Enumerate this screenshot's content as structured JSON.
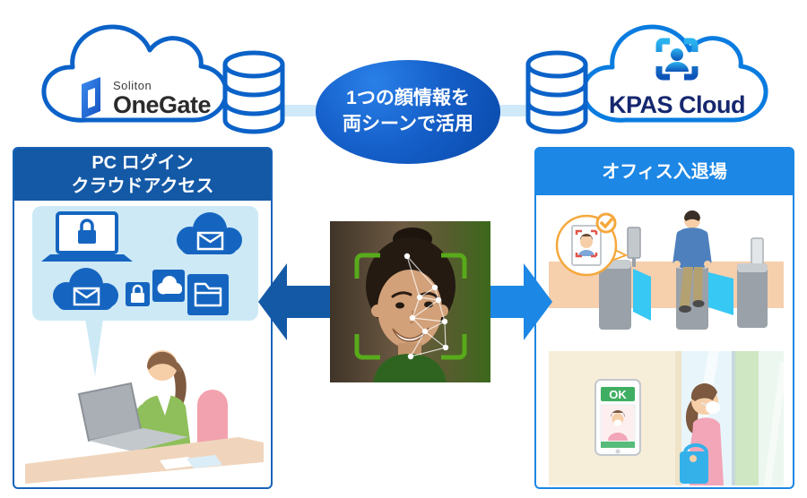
{
  "left_cloud": {
    "brand_top": "Soliton",
    "brand_bottom": "OneGate"
  },
  "right_cloud": {
    "label": "KPAS Cloud"
  },
  "center_bubble": {
    "line1": "1つの顔情報を",
    "line2": "両シーンで活用"
  },
  "left_panel": {
    "title_line1": "PC ログイン",
    "title_line2": "クラウドアクセス"
  },
  "right_panel": {
    "title": "オフィス入退場",
    "tablet_status": "OK"
  },
  "icons": {
    "left_cloud": "cloud-outline-icon",
    "right_cloud": "cloud-outline-icon",
    "databases": "database-icon",
    "kpas": "face-scan-icon",
    "onegate": "onegate-prism-icon",
    "bubble": [
      "laptop-lock-icon",
      "mail-cloud-icon",
      "mail-cloud-icon",
      "lock-tile-icon",
      "cloud-tile-icon",
      "folder-tile-icon"
    ],
    "gate_badge": "id-check-badge-icon",
    "arrows": [
      "arrow-left-icon",
      "arrow-right-icon"
    ]
  },
  "colors": {
    "left_accent": "#1459a6",
    "right_accent": "#1c87e5",
    "cloud_outline": "#0b62c8",
    "connector": "#cfe9f8",
    "ellipse_light": "#2a80e8",
    "ellipse_dark": "#0c4fb2",
    "kpas_navy": "#16276f",
    "icon_blue": "#1565c0",
    "bubble_bg": "#cde9f6",
    "bracket_green": "#58aa1b",
    "check_orange": "#f5a83c",
    "ok_green": "#3fae62"
  }
}
